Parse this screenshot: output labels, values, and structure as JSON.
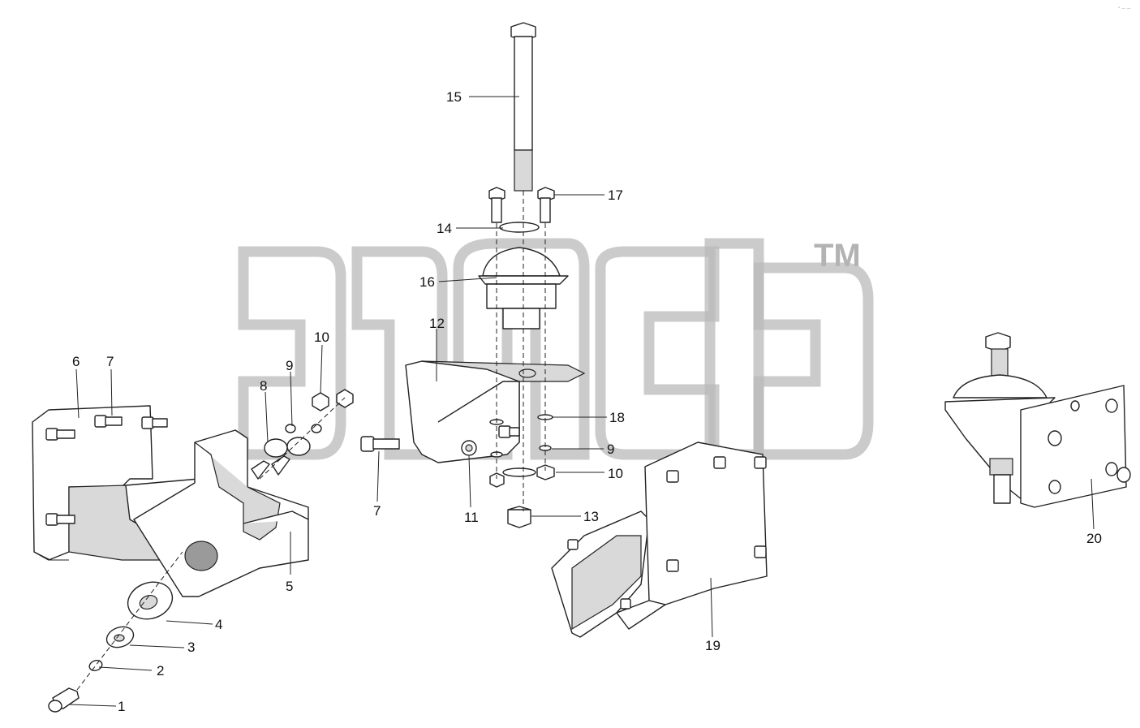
{
  "callouts": {
    "c1": "1",
    "c2": "2",
    "c3": "3",
    "c4": "4",
    "c5": "5",
    "c6": "6",
    "c7a": "7",
    "c7b": "7",
    "c8": "8",
    "c9a": "9",
    "c9b": "9",
    "c10a": "10",
    "c10b": "10",
    "c11": "11",
    "c12": "12",
    "c13": "13",
    "c14": "14",
    "c15": "15",
    "c16": "16",
    "c17": "17",
    "c18": "18",
    "c19": "19",
    "c20": "20"
  },
  "watermark": {
    "tm": "TM"
  },
  "corner_mark": "° — —"
}
